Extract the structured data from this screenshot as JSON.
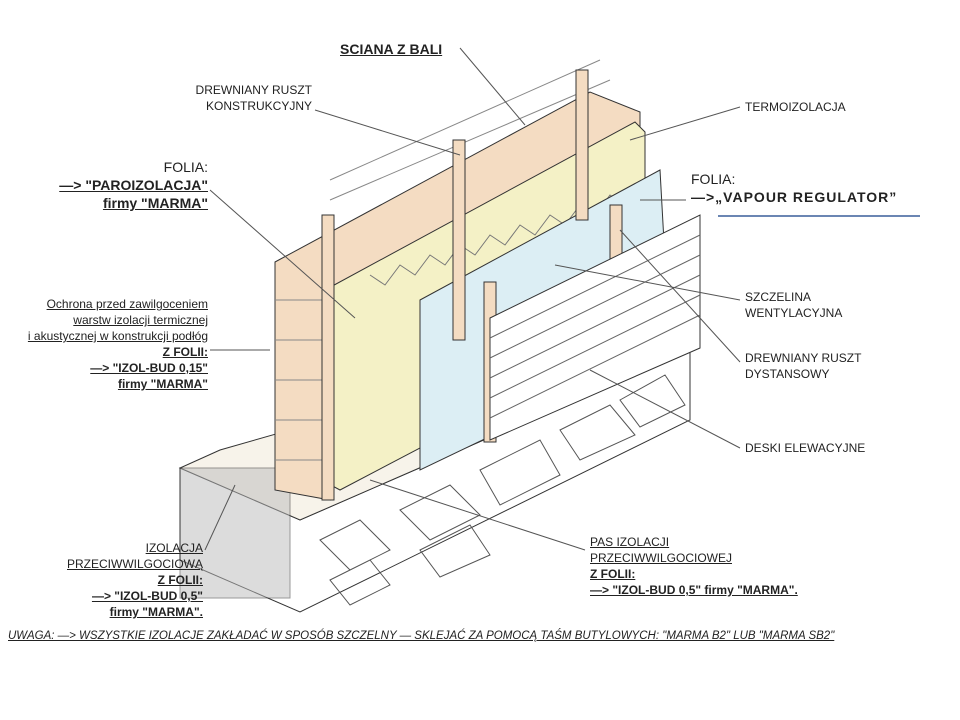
{
  "title": "SCIANA Z BALI",
  "labels": {
    "ruszt_konstrukcyjny": [
      "DREWNIANY RUSZT",
      "KONSTRUKCYJNY"
    ],
    "termoizolacja": "TERMOIZOLACJA",
    "folia_paro": [
      "FOLIA:",
      "—> \"PAROIZOLACJA\"",
      "firmy \"MARMA\""
    ],
    "folia_vapour": [
      "FOLIA:",
      "—>„VAPOUR REGULATOR”"
    ],
    "szczelina": [
      "SZCZELINA",
      "WENTYLACYJNA"
    ],
    "ruszt_dystansowy": [
      "DREWNIANY RUSZT",
      "DYSTANSOWY"
    ],
    "deski": "DESKI ELEWACYJNE",
    "ochrona": [
      "Ochrona przed zawilgoceniem",
      "warstw izolacji termicznej",
      "i akustycznej w konstrukcji podłóg",
      "Z FOLII:",
      "—> \"IZOL-BUD 0,15\"",
      "firmy \"MARMA\""
    ],
    "izolacja": [
      "IZOLACJA",
      "PRZECIWWILGOCIOWĄ",
      "Z FOLII:",
      "—> \"IZOL-BUD 0,5\"",
      "firmy \"MARMA\"."
    ],
    "pas": [
      "PAS  IZOLACJI",
      "PRZECIWWILGOCIOWEJ",
      "Z FOLII:",
      "—> \"IZOL-BUD 0,5\" firmy \"MARMA\"."
    ]
  },
  "footer": "UWAGA:  —> WSZYSTKIE IZOLACJE ZAKŁADAĆ W SPOSÓB SZCZELNY  — SKLEJAĆ ZA POMOCĄ TAŚM BUTYLOWYCH: \"MARMA B2\" LUB \"MARMA SB2\"",
  "colors": {
    "logs": "#f4dcc2",
    "insulation": "#f4f1c6",
    "membrane": "#dceef4",
    "accent_line": "#3a5f9a"
  }
}
